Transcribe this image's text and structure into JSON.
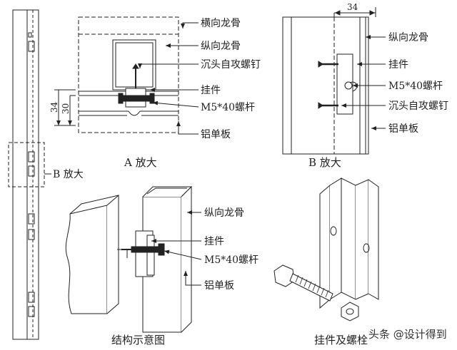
{
  "detail_a": {
    "labels": {
      "horizontal_keel": "横向龙骨",
      "vertical_keel": "纵向龙骨",
      "self_tapping_screw": "沉头自攻螺钉",
      "hanger": "挂件",
      "bolt": "M5*40螺杆",
      "aluminum_panel": "铝单板"
    },
    "dims": {
      "outer": "34",
      "inner": "30"
    },
    "caption": "A 放大"
  },
  "detail_b": {
    "labels": {
      "vertical_keel": "纵向龙骨",
      "hanger": "挂件",
      "bolt": "M5*40螺杆",
      "self_tapping_screw": "沉头自攻螺钉",
      "aluminum_panel": "铝单板"
    },
    "dims": {
      "width": "34"
    },
    "caption": "B 放大"
  },
  "elevation": {
    "callout": "B 放大"
  },
  "structure": {
    "labels": {
      "vertical_keel": "纵向龙骨",
      "hanger": "挂件",
      "bolt": "M5*40螺杆",
      "aluminum_panel": "铝单板"
    },
    "caption": "结构示意图"
  },
  "hardware": {
    "caption": "挂件及螺栓"
  },
  "watermark": {
    "text": "头条 @设计得到"
  }
}
